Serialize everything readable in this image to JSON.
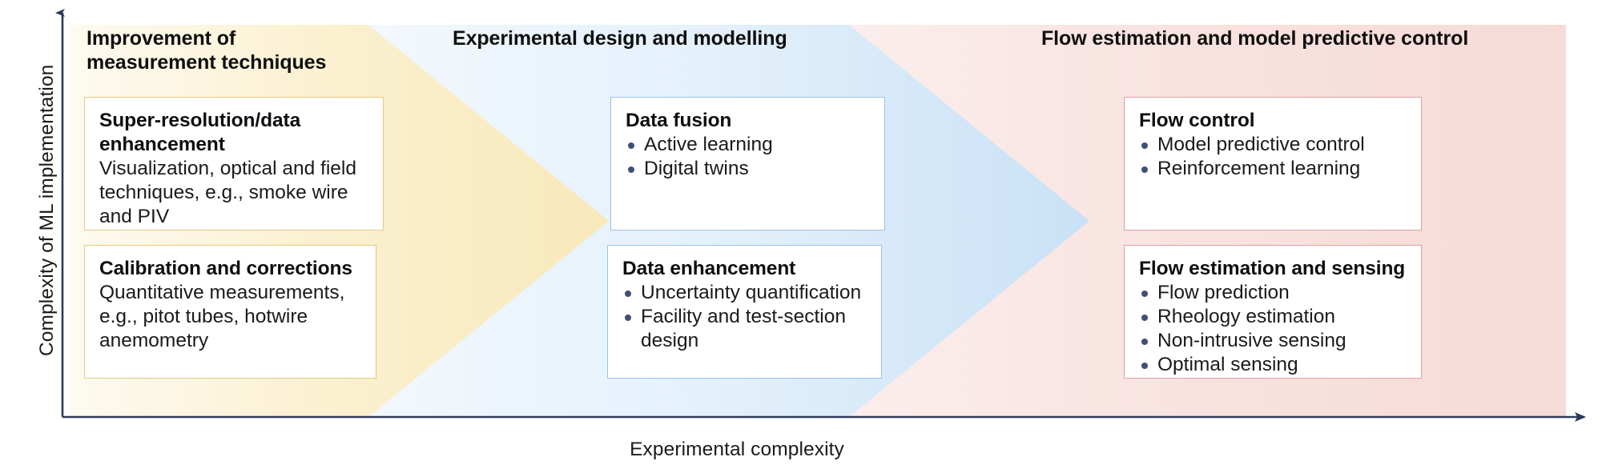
{
  "axes": {
    "y_label": "Complexity of ML implementation",
    "x_label": "Experimental complexity"
  },
  "colors": {
    "band_yellow": "#faeec6",
    "band_blue": "#cfe5f7",
    "band_pink": "#f7dfdc",
    "border_yellow": "#e6ca7c",
    "border_blue": "#9cc2e5",
    "border_pink": "#dfa0a3",
    "bullet": "#3f5074",
    "axis": "#2d3a5c",
    "text": "#1a1a1a"
  },
  "sections": [
    {
      "id": "improvement",
      "heading": "Improvement of\nmeasurement techniques",
      "cards": [
        {
          "title": "Super-resolution/data\nenhancement",
          "body": "Visualization, optical and field techniques, e.g., smoke wire and PIV",
          "bullets": []
        },
        {
          "title": "Calibration and corrections",
          "body": "Quantitative measurements, e.g., pitot tubes, hotwire anemometry",
          "bullets": []
        }
      ]
    },
    {
      "id": "experimental-design",
      "heading": "Experimental design and modelling",
      "cards": [
        {
          "title": "Data fusion",
          "body": "",
          "bullets": [
            "Active learning",
            "Digital twins"
          ]
        },
        {
          "title": "Data enhancement",
          "body": "",
          "bullets": [
            "Uncertainty quantification",
            "Facility and test-section design"
          ]
        }
      ]
    },
    {
      "id": "flow-estimation",
      "heading": "Flow estimation and model predictive control",
      "cards": [
        {
          "title": "Flow control",
          "body": "",
          "bullets": [
            "Model predictive control",
            "Reinforcement learning"
          ]
        },
        {
          "title": "Flow estimation and sensing",
          "body": "",
          "bullets": [
            "Flow prediction",
            "Rheology estimation",
            "Non-intrusive sensing",
            "Optimal sensing"
          ]
        }
      ]
    }
  ]
}
